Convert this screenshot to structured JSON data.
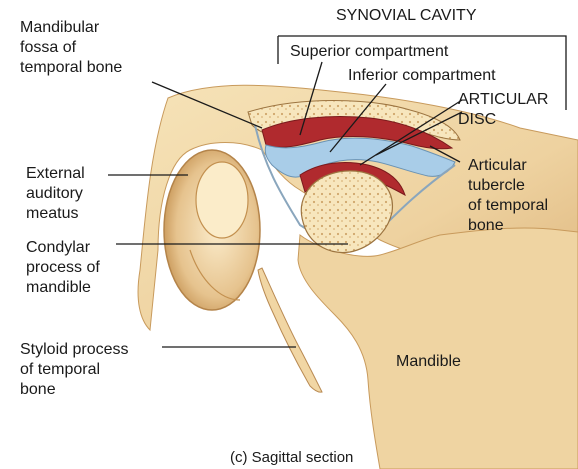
{
  "labels": {
    "synovial_cavity": "SYNOVIAL CAVITY",
    "superior_compartment": "Superior compartment",
    "inferior_compartment": "Inferior compartment",
    "articular_disc": "ARTICULAR\nDISC",
    "mandibular_fossa": "Mandibular\nfossa of\ntemporal bone",
    "external_auditory_meatus": "External\nauditory\nmeatus",
    "condylar_process": "Condylar\nprocess of\nmandible",
    "styloid_process": "Styloid process\nof temporal\nbone",
    "articular_tubercle": "Articular\ntubercle\nof temporal\nbone",
    "mandible": "Mandible"
  },
  "caption": "(c) Sagittal section",
  "colors": {
    "bone": "#f0d9a6",
    "bone_shade": "#c89a5c",
    "cavity": "#b02a2e",
    "disc": "#a9cde8",
    "line": "#1a1a1a"
  }
}
